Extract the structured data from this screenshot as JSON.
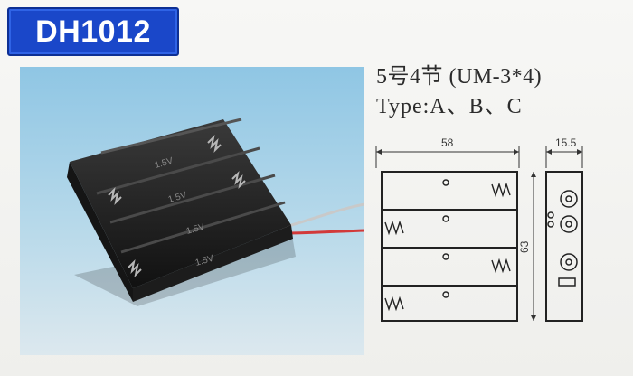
{
  "badge": {
    "model": "DH1012"
  },
  "specs": {
    "line1": "5号4节 (UM-3*4)",
    "line2": "Type:A、B、C"
  },
  "photo": {
    "cell_labels": [
      "1.5V",
      "1.5V",
      "1.5V",
      "1.5V"
    ]
  },
  "drawing": {
    "width_label": "58",
    "height_label": "63",
    "depth_label": "15.5"
  },
  "colors": {
    "badge_bg": "#1a47c9",
    "badge_text": "#ffffff",
    "sky": "#9fcbe6"
  }
}
